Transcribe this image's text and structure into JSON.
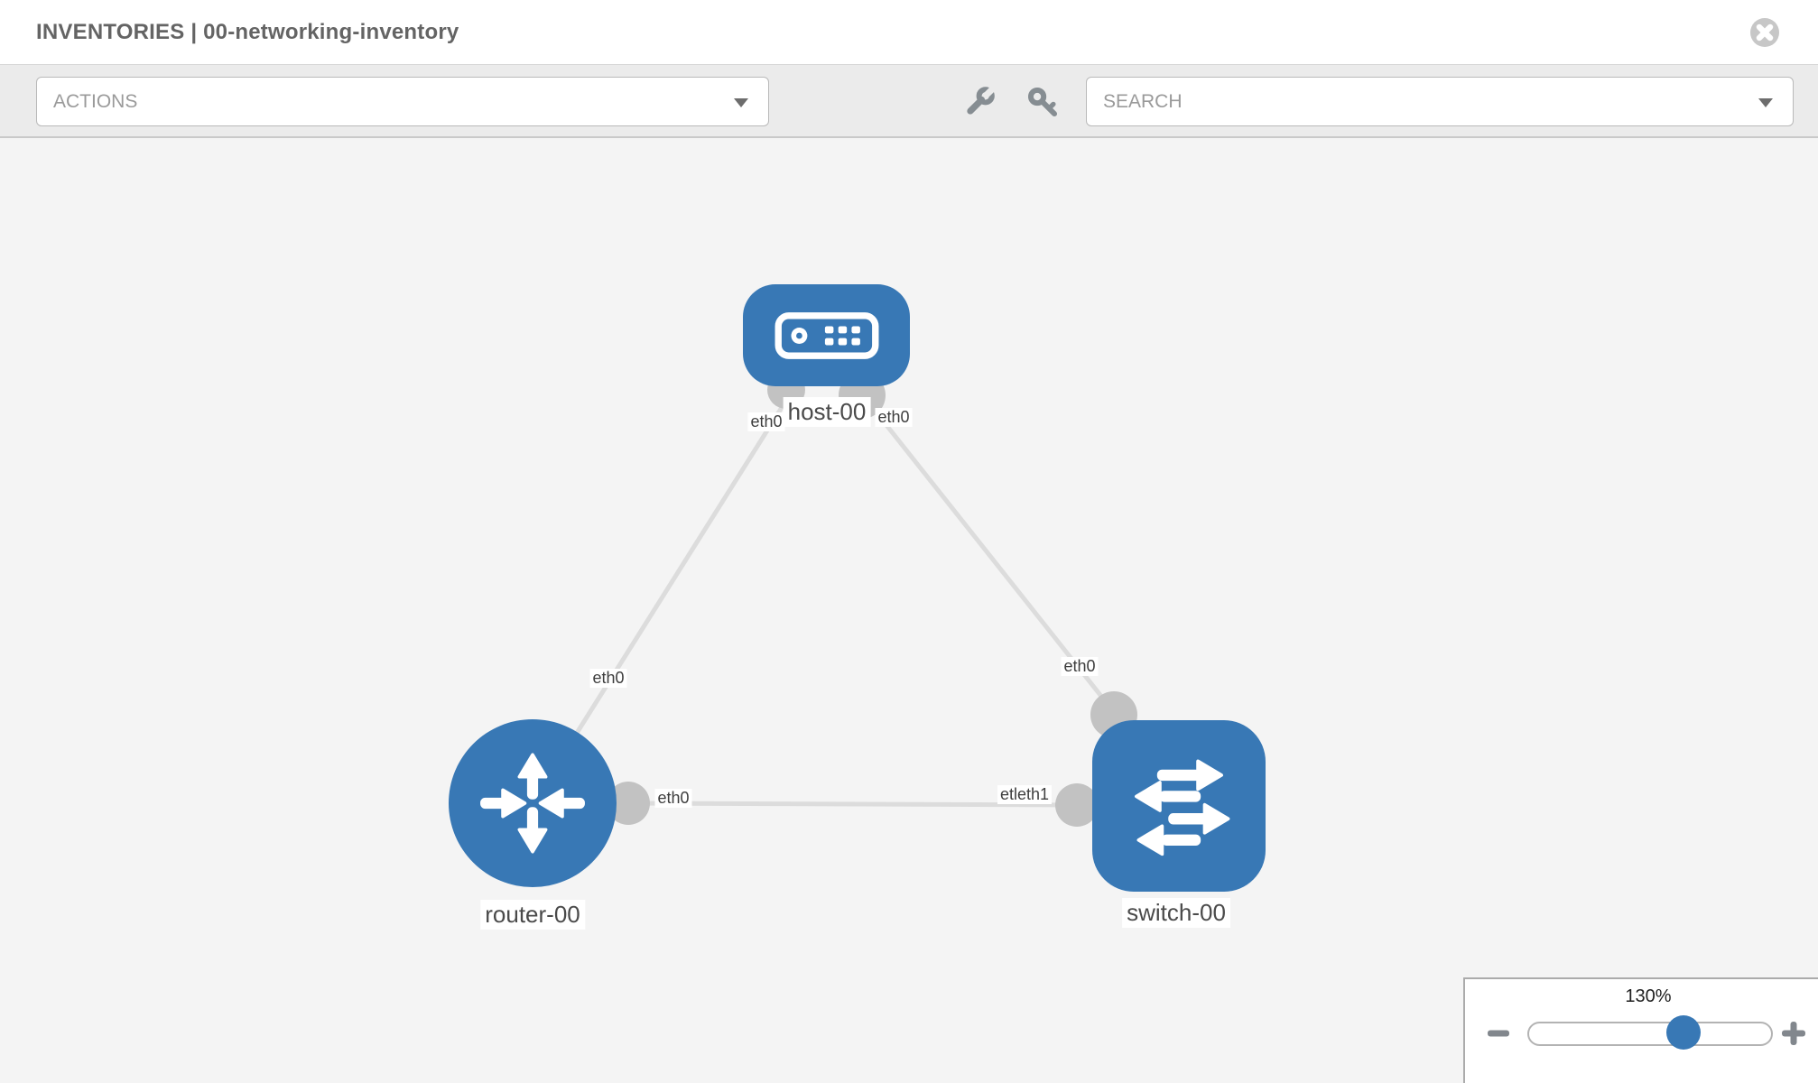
{
  "header": {
    "title": "INVENTORIES | 00-networking-inventory"
  },
  "toolbar": {
    "actions_label": "ACTIONS",
    "search_label": "SEARCH",
    "icons": [
      "wrench",
      "key"
    ]
  },
  "topology": {
    "nodes": [
      {
        "label": "host-00",
        "type": "host"
      },
      {
        "label": "router-00",
        "type": "router"
      },
      {
        "label": "switch-00",
        "type": "switch"
      }
    ],
    "edges": [
      {
        "from": "host-00",
        "to": "router-00"
      },
      {
        "from": "host-00",
        "to": "switch-00"
      },
      {
        "from": "router-00",
        "to": "switch-00"
      }
    ],
    "interface_labels": {
      "host_left": "eth0",
      "host_right": "eth0",
      "router_top": "eth0",
      "router_right": "eth0",
      "switch_top": "eth0",
      "switch_left": "etleth1"
    }
  },
  "zoom_control": {
    "value": "130%",
    "percent": 130,
    "minus_label": "−",
    "plus_label": "+"
  },
  "colors": {
    "node_blue": "#3878b5",
    "edge_gray": "#dcdcdc",
    "connector_gray": "#c2c2c2",
    "toolbar_bg": "#ebebeb",
    "canvas_bg": "#f4f4f4",
    "icon_gray": "#868d92"
  }
}
